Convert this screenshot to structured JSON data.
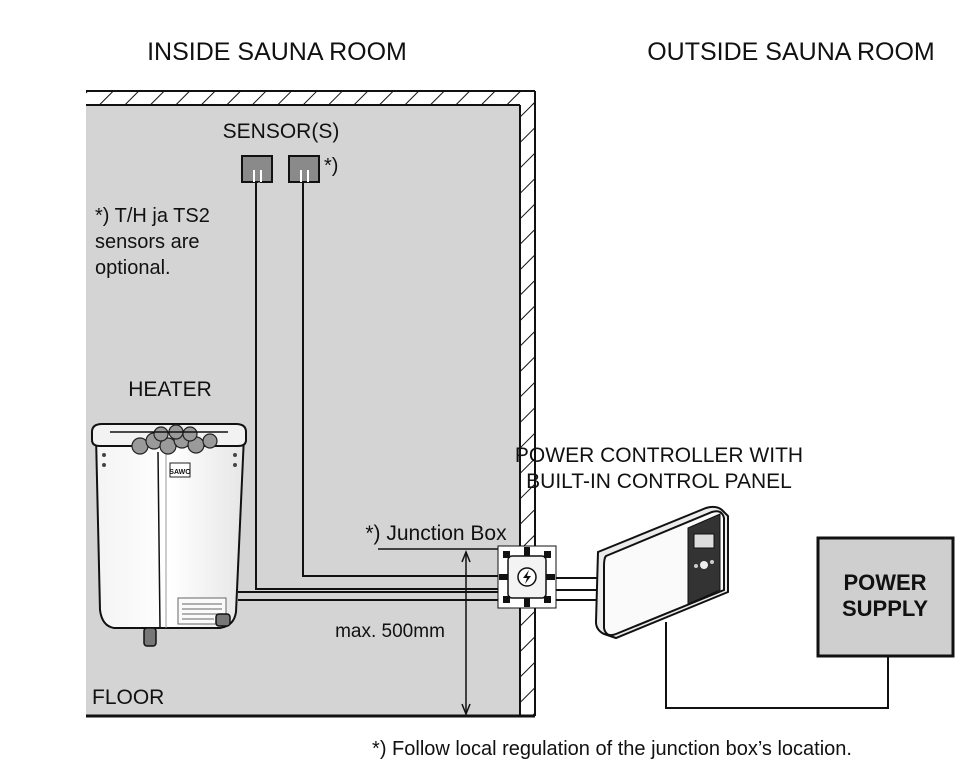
{
  "headings": {
    "inside": "INSIDE SAUNA ROOM",
    "outside": "OUTSIDE SAUNA ROOM"
  },
  "sensors": {
    "label": "SENSOR(S)",
    "optional_mark": "*)"
  },
  "sensor_note": {
    "line1": "*) T/H ja TS2",
    "line2": "sensors are",
    "line3": "optional."
  },
  "heater": {
    "label": "HEATER",
    "badge": "SAWO"
  },
  "junction_box": {
    "label": "*) Junction Box"
  },
  "distance": {
    "label": "max. 500mm"
  },
  "floor": {
    "label": "FLOOR"
  },
  "controller": {
    "line1": "POWER CONTROLLER WITH",
    "line2": "BUILT-IN CONTROL PANEL"
  },
  "power_supply": {
    "line1": "POWER",
    "line2": "SUPPLY"
  },
  "footnote": {
    "text": "*) Follow local regulation of the junction box’s location."
  },
  "colors": {
    "room_fill": "#d4d4d4",
    "supply_fill": "#cfcfcf",
    "line": "#111111"
  }
}
